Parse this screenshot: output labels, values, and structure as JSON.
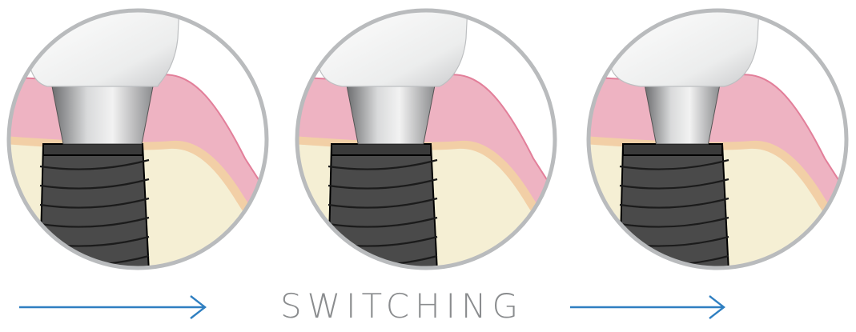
{
  "caption": {
    "text": "SWITCHING",
    "arrow_color": "#2f7fc1",
    "text_color": "#8a8c8e"
  },
  "colors": {
    "gum": "#eeb3c2",
    "gum_edge": "#e27f9a",
    "bone": "#f5efd4",
    "bone_edge": "#f2cfa6",
    "implant": "#4a4a4a",
    "abutment": "#a9aaac",
    "crown": "#f2f3f4",
    "ring": "#b9bbbd"
  },
  "panels": [
    {
      "stage": "wide-abutment",
      "abutment_width": 1.0
    },
    {
      "stage": "medium-abutment",
      "abutment_width": 0.85
    },
    {
      "stage": "narrow-abutment",
      "abutment_width": 0.7
    }
  ]
}
